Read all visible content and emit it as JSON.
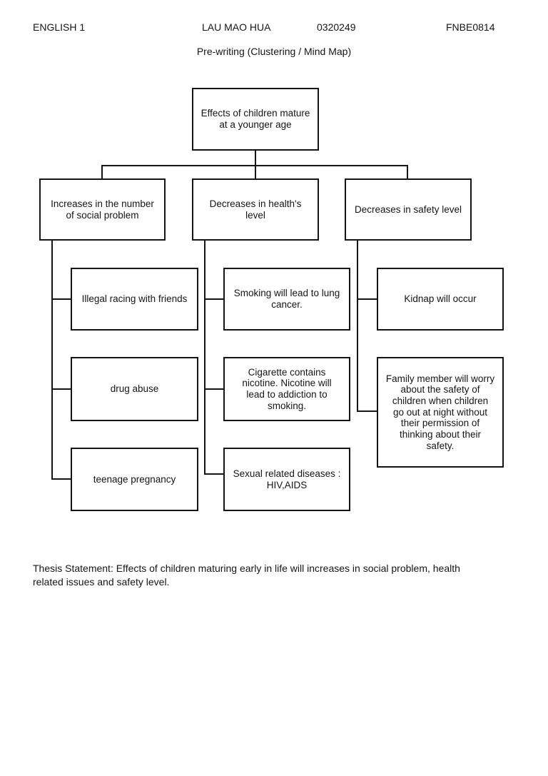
{
  "page": {
    "header": {
      "course": "ENGLISH 1",
      "student_name": "LAU MAO HUA",
      "student_id": "0320249",
      "course_code": "FNBE0814"
    },
    "title": "Pre-writing (Clustering / Mind Map)",
    "thesis": "Thesis Statement: Effects of children maturing early in life will increases in social problem, health\nrelated issues and safety level."
  },
  "mindmap": {
    "root": "Effects of children mature\nat a younger age",
    "branches": [
      {
        "label": "Increases in the number\nof social problem",
        "children": [
          "Illegal racing with friends",
          "drug abuse",
          "teenage pregnancy"
        ]
      },
      {
        "label": "Decreases in health's\nlevel",
        "children": [
          "Smoking will lead to lung\ncancer.",
          "Cigarette contains\nnicotine. Nicotine will\nlead to addiction to\nsmoking.",
          "Sexual related diseases :\nHIV,AIDS"
        ]
      },
      {
        "label": "Decreases in safety level",
        "children": [
          "Kidnap will occur",
          "Family member will worry\nabout the safety of\nchildren when children\ngo out at night without\ntheir permission of\nthinking about their\nsafety."
        ]
      }
    ]
  },
  "colors": {
    "ink": "#151515",
    "background": "#ffffff"
  }
}
